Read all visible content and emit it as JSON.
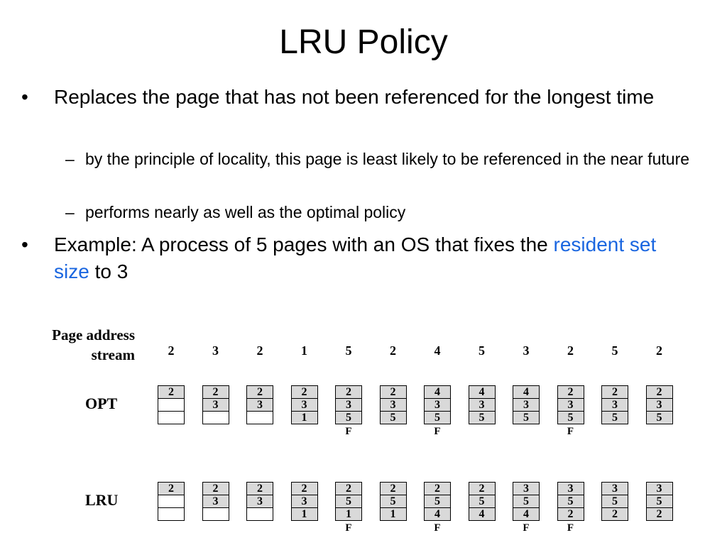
{
  "slide": {
    "title": "LRU Policy",
    "bullet_symbol": "•",
    "dash_symbol": "–",
    "bullets": [
      {
        "text": "Replaces the page that has not been referenced for the longest time"
      },
      {
        "text": "by the principle of locality, this page is least likely to be referenced in the near future"
      },
      {
        "text": "performs nearly as well as the optimal policy"
      },
      {
        "text_before": "Example: A process of 5 pages with an OS that fixes the ",
        "link": "resident set size",
        "text_after": " to 3"
      }
    ]
  },
  "diagram": {
    "stream_label_line1": "Page address",
    "stream_label_line2": "stream",
    "stream": [
      2,
      3,
      2,
      1,
      5,
      2,
      4,
      5,
      3,
      2,
      5,
      2
    ],
    "rows": [
      {
        "label": "OPT",
        "frames": [
          [
            "2",
            "",
            ""
          ],
          [
            "2",
            "3",
            ""
          ],
          [
            "2",
            "3",
            ""
          ],
          [
            "2",
            "3",
            "1"
          ],
          [
            "2",
            "3",
            "5"
          ],
          [
            "2",
            "3",
            "5"
          ],
          [
            "4",
            "3",
            "5"
          ],
          [
            "4",
            "3",
            "5"
          ],
          [
            "4",
            "3",
            "5"
          ],
          [
            "2",
            "3",
            "5"
          ],
          [
            "2",
            "3",
            "5"
          ],
          [
            "2",
            "3",
            "5"
          ]
        ],
        "faults": [
          "",
          "",
          "",
          "",
          "F",
          "",
          "F",
          "",
          "",
          "F",
          "",
          ""
        ]
      },
      {
        "label": "LRU",
        "frames": [
          [
            "2",
            "",
            ""
          ],
          [
            "2",
            "3",
            ""
          ],
          [
            "2",
            "3",
            ""
          ],
          [
            "2",
            "3",
            "1"
          ],
          [
            "2",
            "5",
            "1"
          ],
          [
            "2",
            "5",
            "1"
          ],
          [
            "2",
            "5",
            "4"
          ],
          [
            "2",
            "5",
            "4"
          ],
          [
            "3",
            "5",
            "4"
          ],
          [
            "3",
            "5",
            "2"
          ],
          [
            "3",
            "5",
            "2"
          ],
          [
            "3",
            "5",
            "2"
          ]
        ],
        "faults": [
          "",
          "",
          "",
          "",
          "F",
          "",
          "F",
          "",
          "F",
          "F",
          "",
          ""
        ]
      }
    ]
  }
}
